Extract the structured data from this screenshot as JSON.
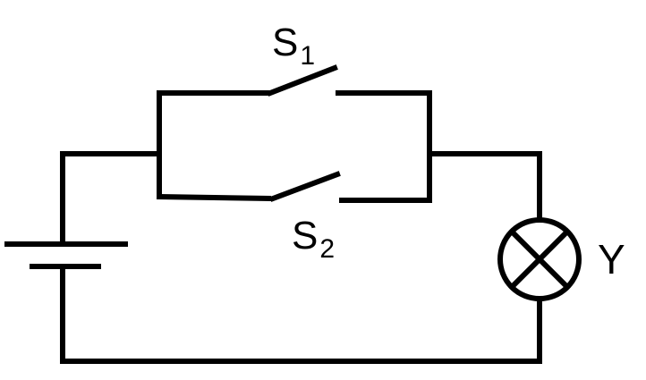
{
  "diagram": {
    "switches": [
      {
        "letter": "S",
        "subscript": "1"
      },
      {
        "letter": "S",
        "subscript": "2"
      }
    ],
    "lamp": {
      "label": "Y"
    },
    "colors": {
      "line": "#000000",
      "background": "#ffffff"
    }
  }
}
